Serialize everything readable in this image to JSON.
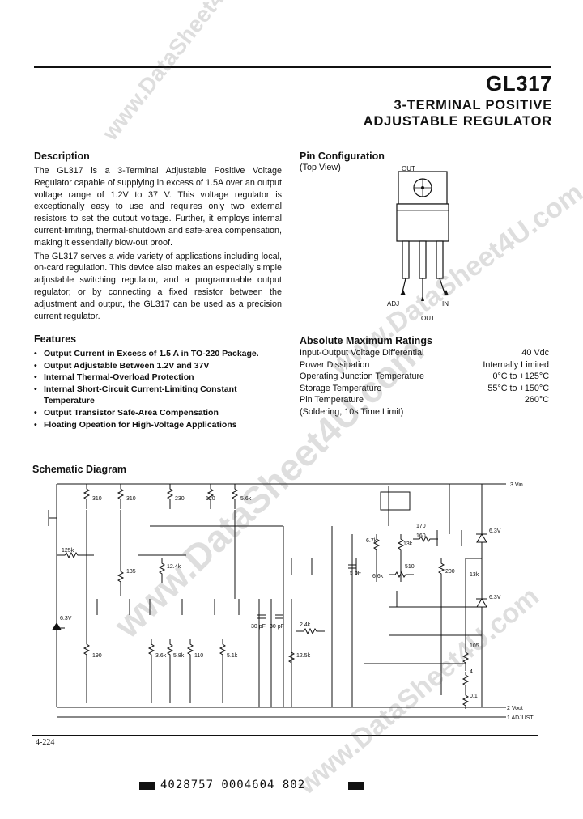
{
  "header": {
    "part_number": "GL317",
    "title_line1": "3-TERMINAL POSITIVE",
    "title_line2": "ADJUSTABLE REGULATOR"
  },
  "description": {
    "heading": "Description",
    "para1": "The GL317 is a 3-Terminal Adjustable Positive Voltage Regulator capable of supplying in excess of 1.5A over an output voltage range of 1.2V to 37 V. This voltage regulator is exceptionally easy to use and requires only two external resistors to set the output voltage. Further, it employs internal current-limiting, thermal-shutdown and safe-area compensation, making it essentially blow-out proof.",
    "para2": "The GL317 serves a wide variety of applications including local, on-card regulation. This device also makes an especially simple adjustable switching regulator, and a programmable output regulator; or by connecting a fixed resistor between the adjustment and output, the GL317 can be used as a precision current regulator."
  },
  "features": {
    "heading": "Features",
    "items": [
      "Output Current in Excess of 1.5 A in TO-220 Package.",
      "Output Adjustable Between 1.2V and 37V",
      "Internal Thermal-Overload Protection",
      "Internal Short-Circuit Current-Limiting Constant Temperature",
      "Output Transistor Safe-Area Compensation",
      "Floating Opeation for High-Voltage Applications"
    ]
  },
  "pin_config": {
    "heading": "Pin Configuration",
    "view": "(Top View)",
    "labels": {
      "tab": "OUT",
      "adj": "ADJ",
      "out": "OUT",
      "in": "IN"
    }
  },
  "ratings": {
    "heading": "Absolute Maximum Ratings",
    "rows": [
      {
        "label": "Input-Output Voltage Differential",
        "value": "40 Vdc"
      },
      {
        "label": "Power Dissipation",
        "value": "Internally Limited"
      },
      {
        "label": "Operating Junction Temperature",
        "value": "0°C to +125°C"
      },
      {
        "label": "Storage Temperature",
        "value": "−55°C to +150°C"
      },
      {
        "label": "Pin Temperature",
        "value": "260°C"
      },
      {
        "label": "(Soldering, 10s Time Limit)",
        "value": ""
      }
    ]
  },
  "schematic": {
    "heading": "Schematic Diagram",
    "labels": {
      "vin": "3 Vin",
      "vout": "2 Vout",
      "adjust": "1 ADJUST",
      "r310a": "310",
      "r310b": "310",
      "r230": "230",
      "r120": "120",
      "r56k": "5.6k",
      "r125k": "125k",
      "r135": "135",
      "r12k": "12.4k",
      "r190": "190",
      "r36k": "3.6k",
      "r58k": "5.8k",
      "r110": "110",
      "r51k": "5.1k",
      "z63a": "6.3V",
      "c30pa": "30 pF",
      "c30pb": "30 pF",
      "r24k": "2.4k",
      "r125k2": "12.5k",
      "r67k": "6.7k",
      "c5pf": "5 pF",
      "r66k": "6.6k",
      "r510": "510",
      "r13k": "13k",
      "r170": "170",
      "r160": "160",
      "r200": "200",
      "z63b": "6.3V",
      "r13k2": "13k",
      "z63c": "6.3V",
      "r105": "105",
      "r4": "4",
      "r01": "0.1"
    }
  },
  "footer": {
    "page": "4-224",
    "code": "4028757 0004604 802"
  },
  "watermark": {
    "top": "www.DataSheet4U.com",
    "center": "www.DataSheet4U.com",
    "right": "www.DataSheet4U.com",
    "bottom": "www.DataSheet4U.com"
  }
}
